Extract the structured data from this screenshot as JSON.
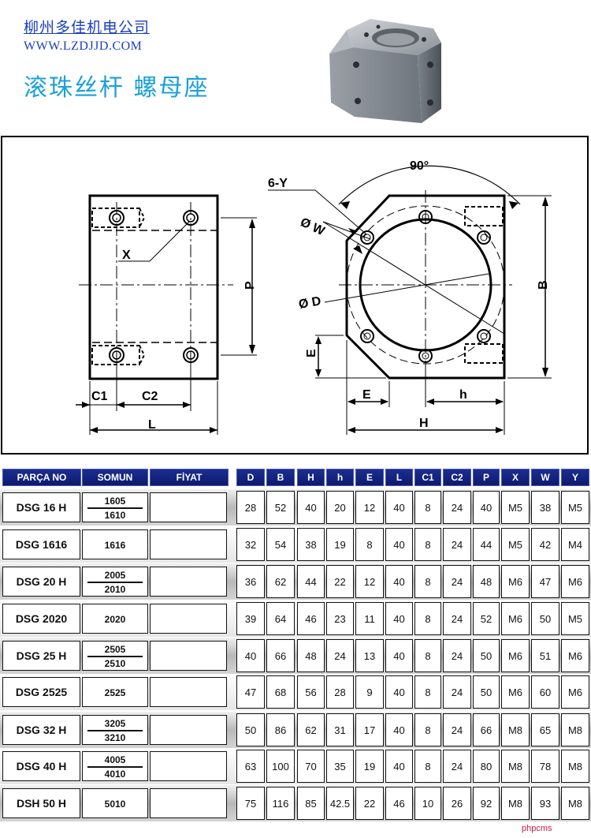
{
  "header": {
    "company": "柳州多佳机电公司",
    "url": "WWW.LZDJJD.COM",
    "product": "滚珠丝杆  螺母座"
  },
  "drawing": {
    "labels": {
      "angle": "90°",
      "holes": "6-Y",
      "w": "Ø W",
      "d": "Ø D",
      "x": "X",
      "p": "P",
      "b": "B",
      "e_side": "E",
      "e_bottom": "E",
      "h_small": "h",
      "h_big": "H",
      "c1": "C1",
      "c2": "C2",
      "l": "L"
    }
  },
  "table": {
    "headers": {
      "parca_no": "PARÇA NO",
      "somun": "SOMUN",
      "fiyat": "FİYAT",
      "dims": [
        "D",
        "B",
        "H",
        "h",
        "E",
        "L",
        "C1",
        "C2",
        "P",
        "X",
        "W",
        "Y"
      ]
    },
    "rows": [
      {
        "part": "DSG 16 H",
        "somun": [
          "1605",
          "1610"
        ],
        "values": [
          "28",
          "52",
          "40",
          "20",
          "12",
          "40",
          "8",
          "24",
          "40",
          "M5",
          "38",
          "M5"
        ],
        "shade": true
      },
      {
        "part": "DSG  1616",
        "somun": [
          "1616"
        ],
        "values": [
          "32",
          "54",
          "38",
          "19",
          "8",
          "40",
          "8",
          "24",
          "44",
          "M5",
          "42",
          "M4"
        ],
        "shade": false
      },
      {
        "part": "DSG 20 H",
        "somun": [
          "2005",
          "2010"
        ],
        "values": [
          "36",
          "62",
          "44",
          "22",
          "12",
          "40",
          "8",
          "24",
          "48",
          "M6",
          "47",
          "M6"
        ],
        "shade": true
      },
      {
        "part": "DSG  2020",
        "somun": [
          "2020"
        ],
        "values": [
          "39",
          "64",
          "46",
          "23",
          "11",
          "40",
          "8",
          "24",
          "52",
          "M6",
          "50",
          "M5"
        ],
        "shade": false
      },
      {
        "part": "DSG 25 H",
        "somun": [
          "2505",
          "2510"
        ],
        "values": [
          "40",
          "66",
          "48",
          "24",
          "13",
          "40",
          "8",
          "24",
          "50",
          "M6",
          "51",
          "M6"
        ],
        "shade": true
      },
      {
        "part": "DSG  2525",
        "somun": [
          "2525"
        ],
        "values": [
          "47",
          "68",
          "56",
          "28",
          "9",
          "40",
          "8",
          "24",
          "50",
          "M6",
          "60",
          "M6"
        ],
        "shade": false
      },
      {
        "part": "DSG 32 H",
        "somun": [
          "3205",
          "3210"
        ],
        "values": [
          "50",
          "86",
          "62",
          "31",
          "17",
          "40",
          "8",
          "24",
          "66",
          "M8",
          "65",
          "M8"
        ],
        "shade": true
      },
      {
        "part": "DSG 40 H",
        "somun": [
          "4005",
          "4010"
        ],
        "values": [
          "63",
          "100",
          "70",
          "35",
          "19",
          "40",
          "8",
          "24",
          "80",
          "M8",
          "78",
          "M8"
        ],
        "shade": false
      },
      {
        "part": "DSH 50 H",
        "somun": [
          "5010"
        ],
        "values": [
          "75",
          "116",
          "85",
          "42.5",
          "22",
          "46",
          "10",
          "26",
          "92",
          "M8",
          "93",
          "M8"
        ],
        "shade": true
      }
    ]
  },
  "watermark": "phpcms"
}
